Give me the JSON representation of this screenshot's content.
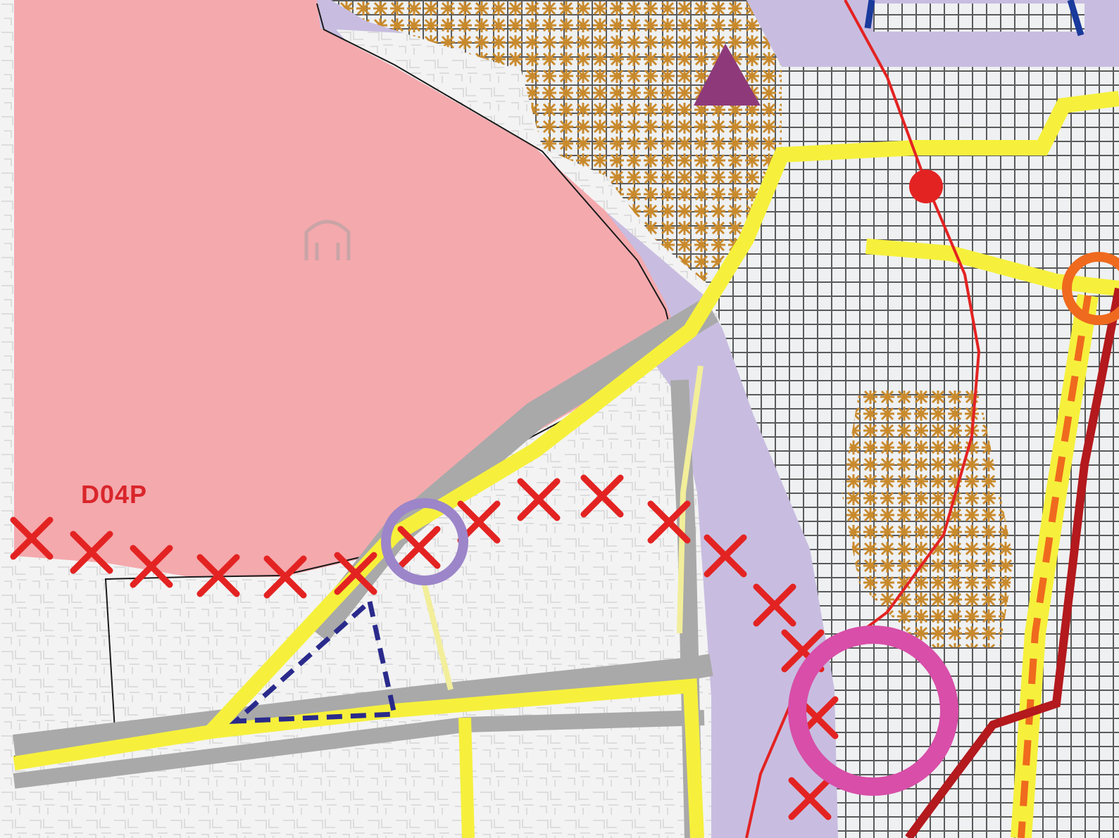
{
  "map": {
    "zone_label": "D04P",
    "colors": {
      "pink_zone": "#f4a9ad",
      "lavender_band": "#c8bde0",
      "grid_line": "#5a5a5a",
      "orange_pattern": "#c98a2c",
      "yellow_road": "#f6f03c",
      "grey_road": "#a9a9a9",
      "red_line": "#e32322",
      "cross_marker": "#e32322",
      "purple_circle": "#9c85c9",
      "magenta_circle": "#d84ea8",
      "orange_circle": "#ef6a1e",
      "dark_red_line": "#b3191d",
      "navy_dashed": "#2a2a8c",
      "triangle": "#8e3a7a",
      "label_text": "#d9262b"
    },
    "symbols": [
      "pink-zone",
      "grid-hatch-zone",
      "orange-pattern-zone",
      "yellow-road",
      "red-cross-boundary",
      "red-rail-line",
      "red-station-dot",
      "purple-node-circle",
      "magenta-node-circle",
      "orange-node-circle",
      "navy-dashed-outline",
      "purple-triangle-icon"
    ]
  }
}
